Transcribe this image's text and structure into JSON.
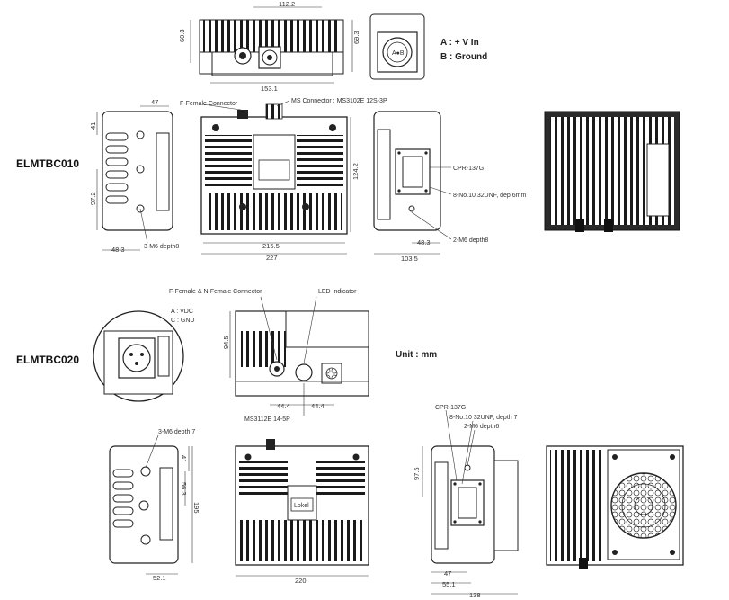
{
  "models": {
    "first": "ELMTBC010",
    "second": "ELMTBC020"
  },
  "legend": {
    "a": "A : + V In",
    "b": "B : Ground"
  },
  "legend2": {
    "a": "A : VDC",
    "c": "C : GND"
  },
  "unit": "Unit : mm",
  "callouts": {
    "f_female": "F-Female Connector",
    "ms_conn": "MS Connector ; MS3102E 12S-3P",
    "cpr1": "CPR-137G",
    "screw1": "8-No.10 32UNF, dep 6mm",
    "m6_1": "2-M6 depth8",
    "m6_left1": "3-M6 depth8",
    "fn_female": "F-Female & N-Female Connector",
    "led": "LED Indicator",
    "ms3112": "MS3112E 14-5P",
    "m6_left2": "3-M6 depth 7",
    "cpr2": "CPR-137G",
    "screw2": "8-No.10 32UNF, depth 7",
    "m6_2": "2-M6 depth6",
    "logo": "Lokel"
  },
  "dims": {
    "d_112_2": "112.2",
    "d_60_3": "60.3",
    "d_69_3": "69.3",
    "d_153_1": "153.1",
    "d_47": "47",
    "d_41": "41",
    "d_97_2": "97.2",
    "d_48_3": "48.3",
    "d_124_2": "124.2",
    "d_215_5": "215.5",
    "d_227": "227",
    "d_48_3b": "48.3",
    "d_103_5": "103.5",
    "d_94_5": "94.5",
    "d_44_4a": "44.4",
    "d_44_4b": "44.4",
    "d_41b": "41",
    "d_56_3": "56.3",
    "d_195": "195",
    "d_52_1": "52.1",
    "d_220": "220",
    "d_97_5": "97.5",
    "d_47b": "47",
    "d_55_1": "55.1",
    "d_138": "138"
  }
}
